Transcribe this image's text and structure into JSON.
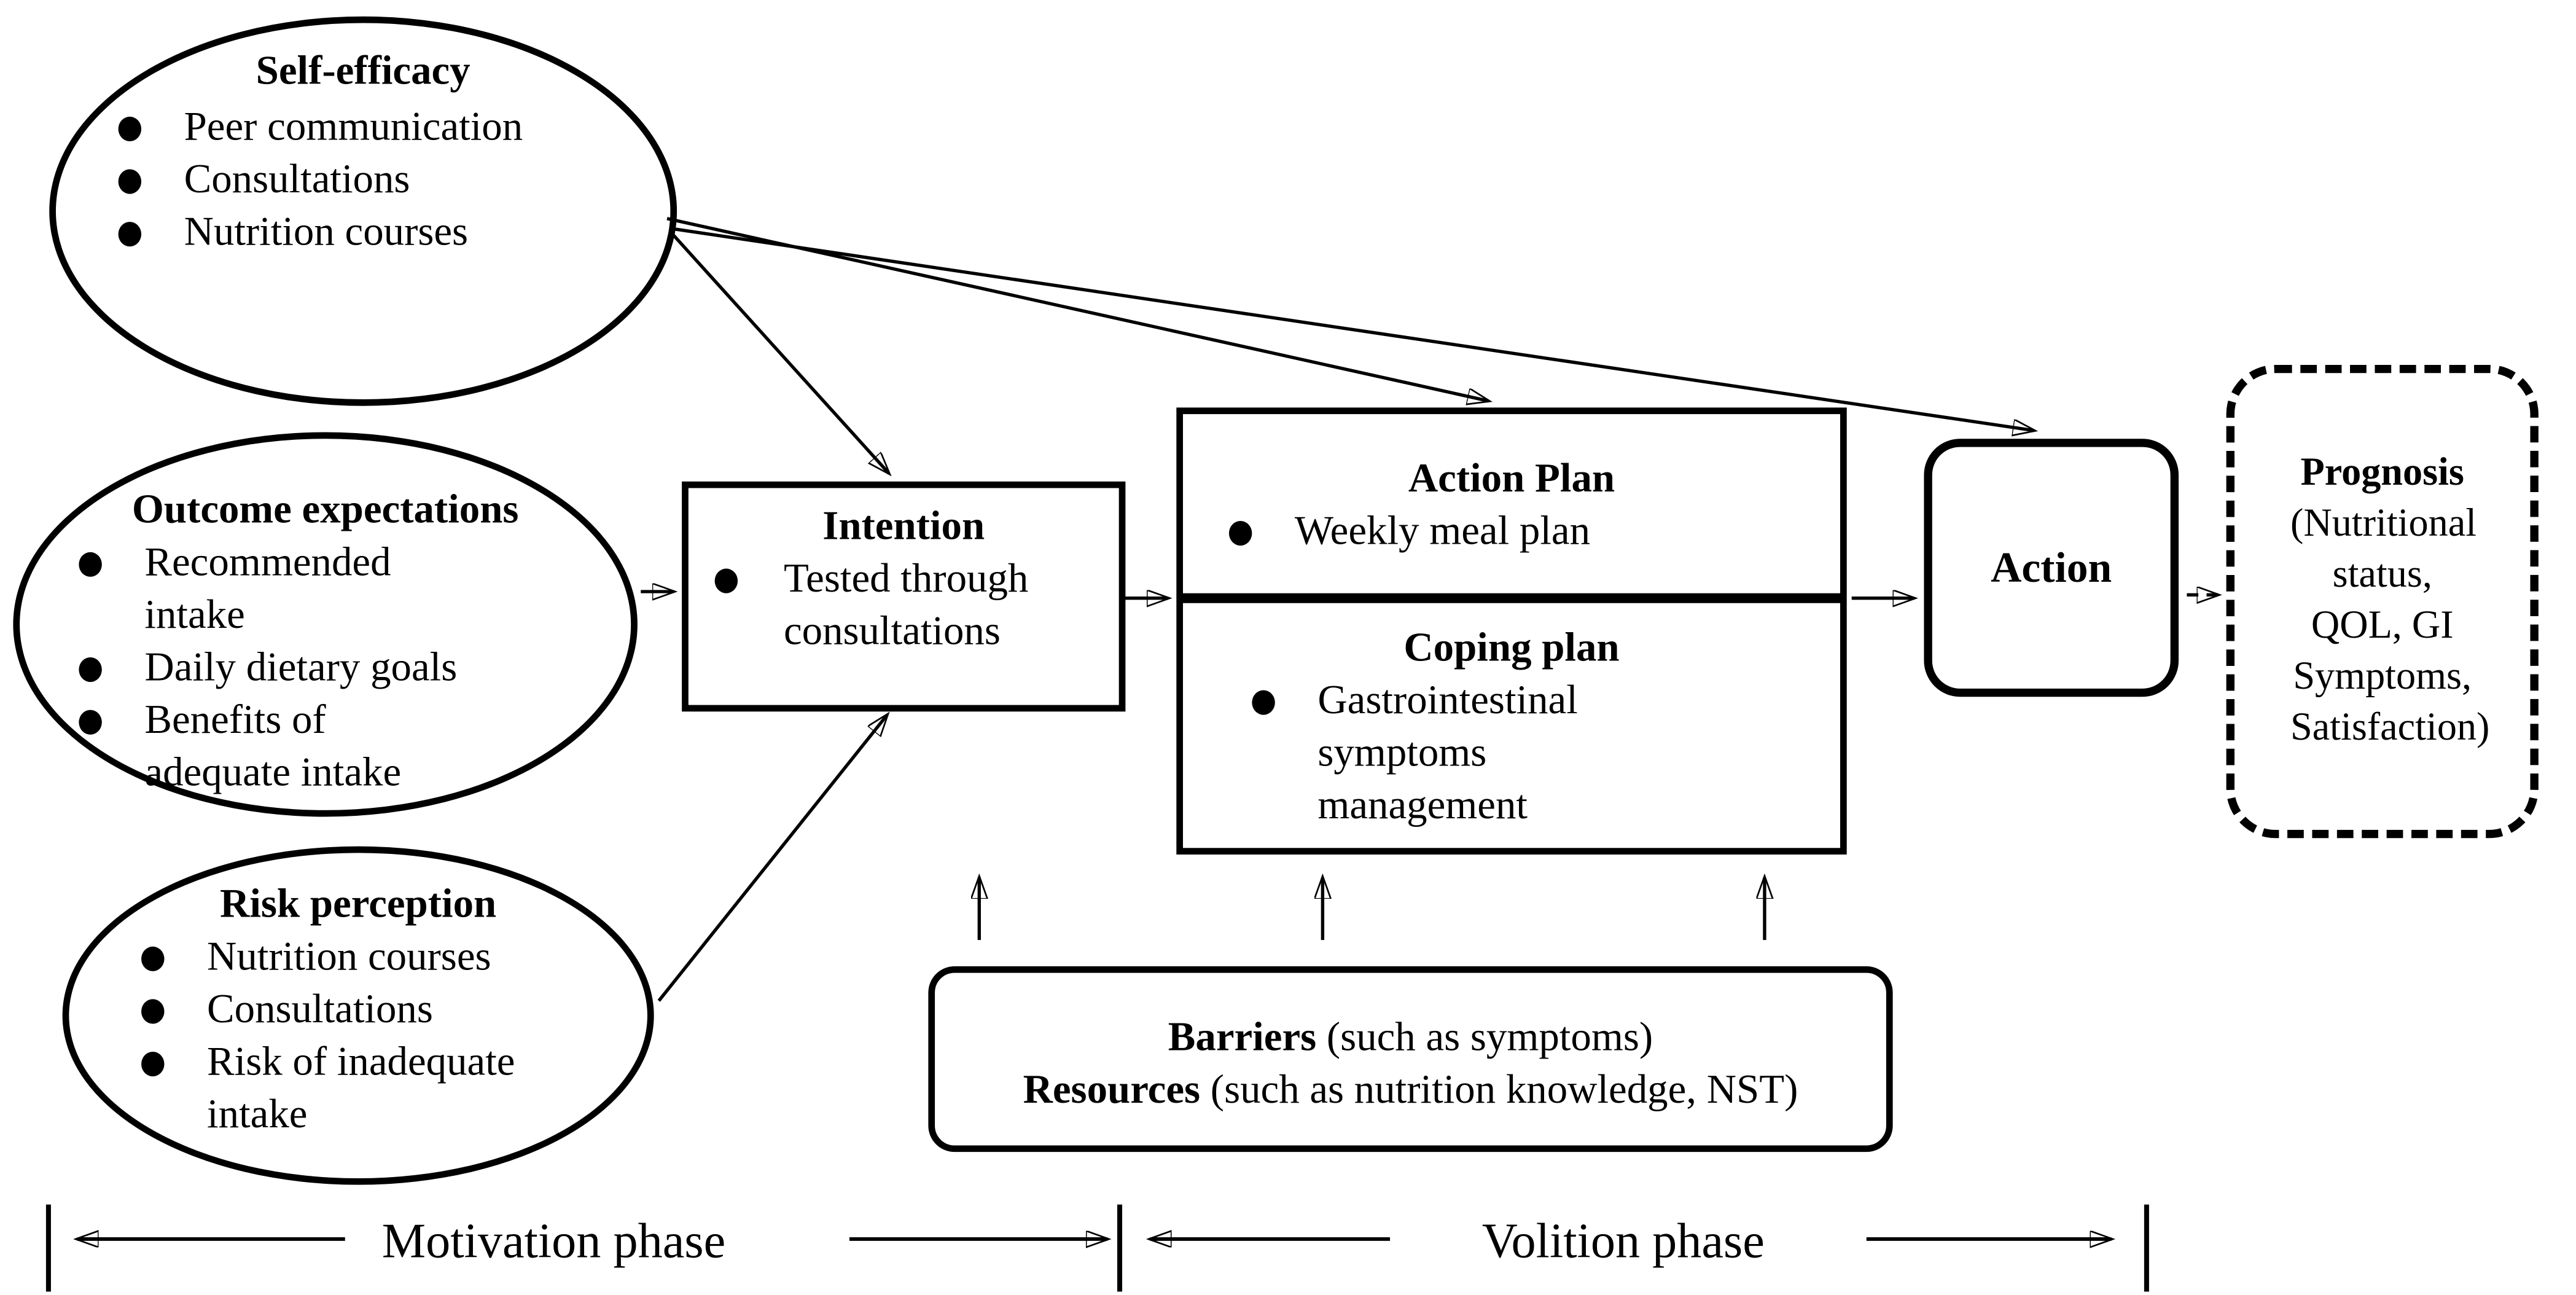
{
  "nodes": {
    "self_efficacy": {
      "title": "Self-efficacy",
      "items": [
        "Peer communication",
        "Consultations",
        "Nutrition courses"
      ]
    },
    "outcome_expectations": {
      "title": "Outcome expectations",
      "items": [
        "Recommended intake",
        "Daily dietary goals",
        "Benefits of adequate intake"
      ]
    },
    "risk_perception": {
      "title": "Risk perception",
      "items": [
        "Nutrition courses",
        "Consultations",
        "Risk of inadequate intake"
      ]
    },
    "intention": {
      "title": "Intention",
      "items": [
        "Tested through consultations"
      ]
    },
    "action_plan": {
      "title": "Action Plan",
      "items": [
        "Weekly meal plan"
      ]
    },
    "coping_plan": {
      "title": "Coping plan",
      "items": [
        "Gastrointestinal symptoms management"
      ]
    },
    "action": {
      "title": "Action"
    },
    "prognosis": {
      "title": "Prognosis",
      "details": "(Nutritional status, QOL, GI Symptoms, Satisfaction)"
    },
    "barriers_resources": {
      "barriers_label": "Barriers",
      "barriers_note": " (such as symptoms)",
      "resources_label": "Resources",
      "resources_note": " (such as nutrition knowledge, NST)"
    }
  },
  "phases": {
    "motivation": "Motivation phase",
    "volition": "Volition phase"
  },
  "colors": {
    "ink": "#000000",
    "background": "#ffffff"
  }
}
